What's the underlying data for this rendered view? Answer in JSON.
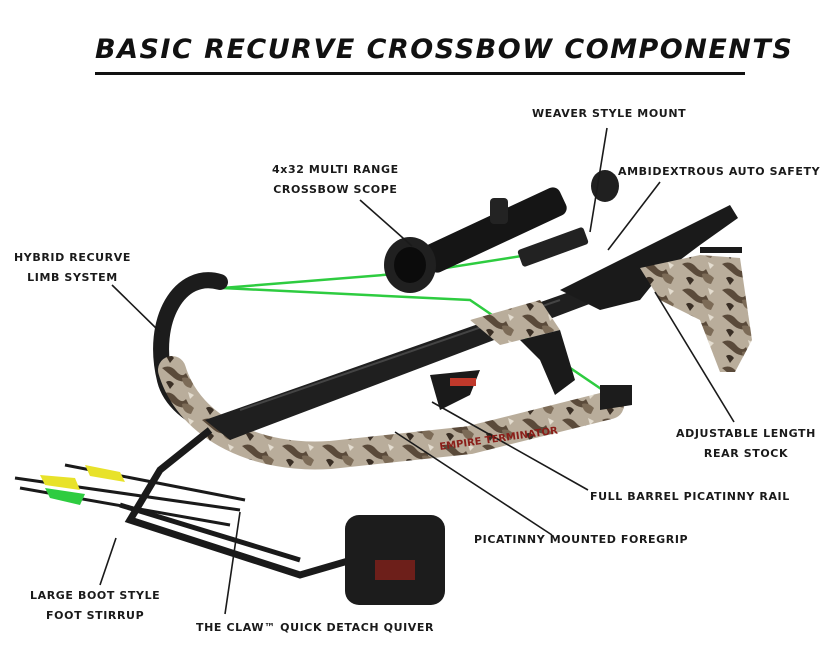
{
  "title": "BASIC RECURVE CROSSBOW COMPONENTS",
  "callouts": {
    "weaver_mount": "WEAVER STYLE MOUNT",
    "scope_line1": "4x32 MULTI RANGE",
    "scope_line2": "CROSSBOW SCOPE",
    "safety": "AMBIDEXTROUS AUTO SAFETY",
    "limb_line1": "HYBRID RECURVE",
    "limb_line2": "LIMB SYSTEM",
    "stock_line1": "ADJUSTABLE LENGTH",
    "stock_line2": "REAR STOCK",
    "rail": "FULL BARREL PICATINNY RAIL",
    "foregrip": "PICATINNY MOUNTED FOREGRIP",
    "stirrup_line1": "LARGE BOOT STYLE",
    "stirrup_line2": "FOOT STIRRUP",
    "quiver": "THE CLAW™ QUICK DETACH QUIVER"
  },
  "product_text": "EMPIRE TERMINATOR",
  "colors": {
    "body": "#1c1c1c",
    "camo_light": "#b9ad9b",
    "camo_dark": "#5a4a3a",
    "string_green": "#2ecc40",
    "fletch_yellow": "#e8e22a",
    "red_accent": "#c0392b"
  }
}
